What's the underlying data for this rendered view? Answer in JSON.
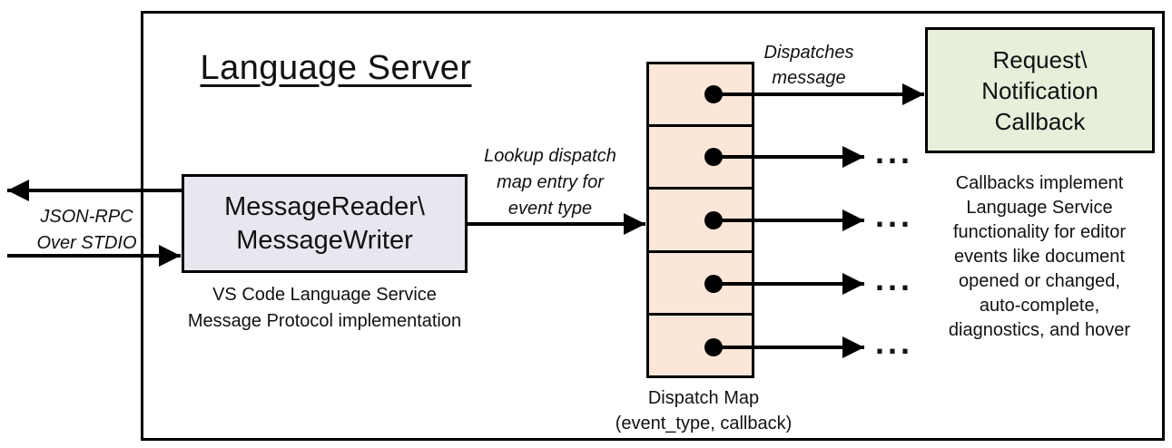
{
  "title": "Language Server",
  "colors": {
    "message_box_fill": "#E8E7F0",
    "callback_box_fill": "#E5EFDA",
    "dispatch_map_fill": "#FBE6D8",
    "line": "#000000",
    "background": "#FFFFFF"
  },
  "left_io": {
    "lines": [
      "JSON-RPC",
      "Over STDIO"
    ]
  },
  "message_box": {
    "lines": [
      "MessageReader\\",
      "MessageWriter"
    ],
    "caption_lines": [
      "VS Code Language Service",
      "Message Protocol implementation"
    ]
  },
  "lookup_label": {
    "lines": [
      "Lookup dispatch",
      "map entry for",
      "event type"
    ]
  },
  "dispatch_map": {
    "cell_count": 5,
    "caption_lines": [
      "Dispatch Map",
      "(event_type, callback)"
    ]
  },
  "dispatch_label": {
    "lines": [
      "Dispatches",
      "message"
    ]
  },
  "callback_box": {
    "lines": [
      "Request\\",
      "Notification",
      "Callback"
    ]
  },
  "callback_note": {
    "lines": [
      "Callbacks implement",
      "Language Service",
      "functionality for editor",
      "events like document",
      "opened or changed,",
      "auto-complete,",
      "diagnostics, and hover"
    ]
  },
  "ellipsis": "..."
}
